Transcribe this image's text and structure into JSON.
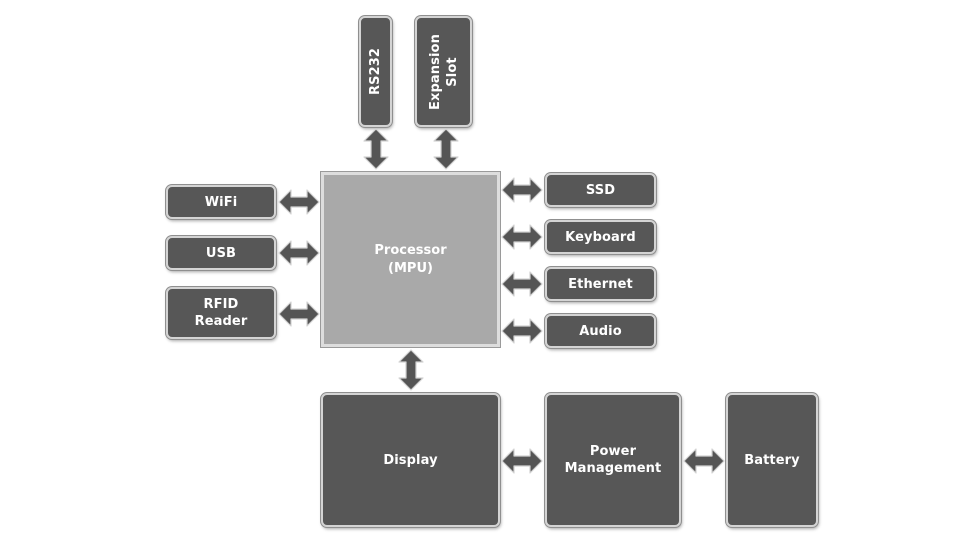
{
  "processor": {
    "label": "Processor\n(MPU)"
  },
  "top_blocks": {
    "rs232": "RS232",
    "expansion": "Expansion\nSlot"
  },
  "left_blocks": {
    "wifi": "WiFi",
    "usb": "USB",
    "rfid": "RFID\nReader"
  },
  "right_blocks": {
    "ssd": "SSD",
    "keyboard": "Keyboard",
    "ethernet": "Ethernet",
    "audio": "Audio"
  },
  "bottom_blocks": {
    "display": "Display",
    "power": "Power\nManagement",
    "battery": "Battery"
  },
  "colors": {
    "block_fill": "#575757",
    "processor_fill": "#a9a9a9",
    "arrow_fill": "#555555"
  }
}
